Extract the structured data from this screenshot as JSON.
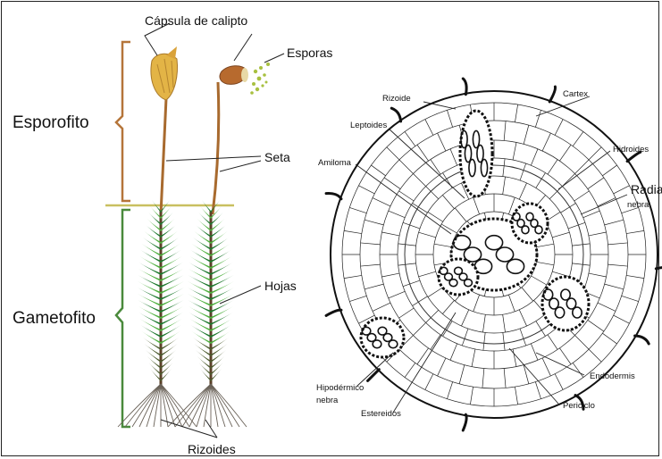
{
  "labels": {
    "capsula": "Cápsula de calipto",
    "esporas": "Esporas",
    "esporofito": "Esporofito",
    "seta": "Seta",
    "gametofito": "Gametofito",
    "hojas": "Hojas",
    "rizoides": "Rizoides"
  },
  "section": {
    "rizoide": "Rizoide",
    "cartex": "Cartex",
    "leptoides": "Leptoides",
    "hidroides": "Hidroides",
    "amiloma": "Amiloma",
    "radial": "Radial",
    "nebra1": "nebra",
    "endodermis": "Endodermis",
    "hipodermico": "Hipodérmico",
    "nebra2": "nebra",
    "periciclo": "Periciclo",
    "estereidos": "Estereidos"
  },
  "colors": {
    "bracket_sporophyte": "#b5753a",
    "bracket_gametophyte": "#4a8a3c",
    "divider": "#c9c060",
    "seta": "#a86a2e",
    "capsule": "#e0b040",
    "leaf_dark": "#1e7a2e",
    "leaf_light": "#4fb03f",
    "stem_base": "#5a4028"
  }
}
